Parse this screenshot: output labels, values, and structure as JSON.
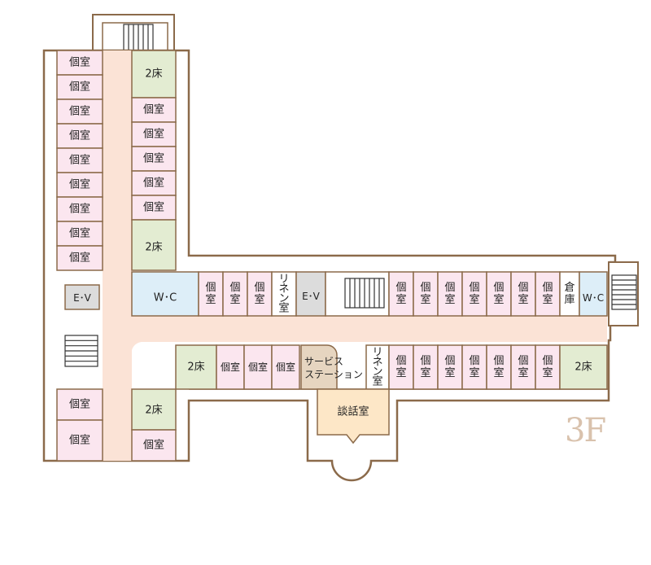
{
  "floor": "3F",
  "colors": {
    "wall": "#8b6a4a",
    "corridor": "#fbe3d6",
    "private_room": "#fbe6ef",
    "two_bed": "#e3ecd2",
    "wc": "#ddeef8",
    "ev": "#dcdcdc",
    "service": "#e6d5c0",
    "lounge": "#fde7c7"
  },
  "rooms": {
    "private": "個室",
    "two_bed": "2床",
    "wc": "W･C",
    "ev": "E･V",
    "linen": [
      "リ",
      "ネ",
      "ン",
      "室"
    ],
    "linen_row": "リネン室",
    "storage": [
      "倉",
      "庫"
    ],
    "private_v": [
      "個",
      "室"
    ],
    "service_station": [
      "サービス",
      "ステーション"
    ],
    "lounge": "談話室"
  }
}
